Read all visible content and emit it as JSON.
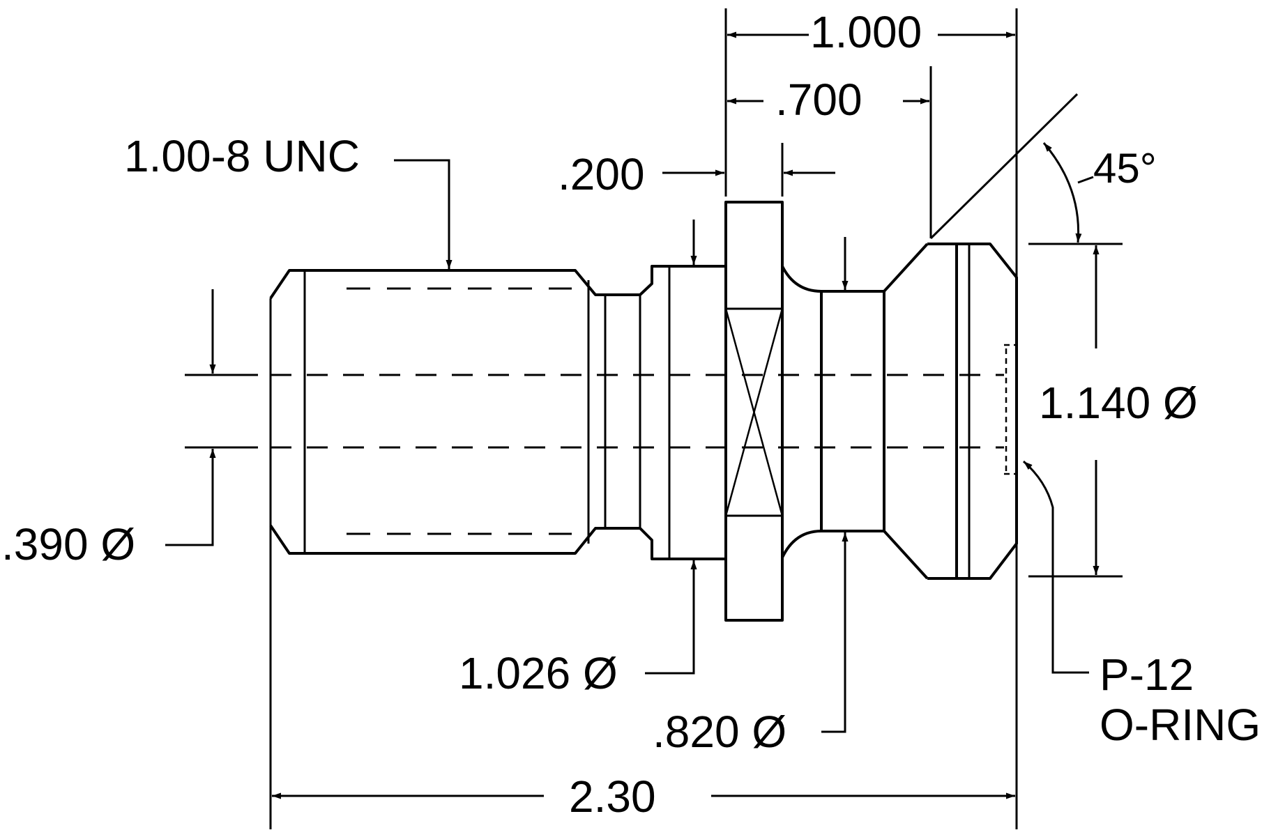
{
  "labels": {
    "thread": "1.00-8 UNC",
    "dim_1000": "1.000",
    "dim_700": ".700",
    "dim_200": ".200",
    "angle": "45°",
    "dia_390": ".390 Ø",
    "dia_1140": "1.140 Ø",
    "dia_1026": "1.026 Ø",
    "dia_820": ".820 Ø",
    "oring_line1": "P-12",
    "oring_line2": "O-RING",
    "overall_length": "2.30"
  },
  "colors": {
    "ink": "#000000",
    "background": "#ffffff"
  }
}
